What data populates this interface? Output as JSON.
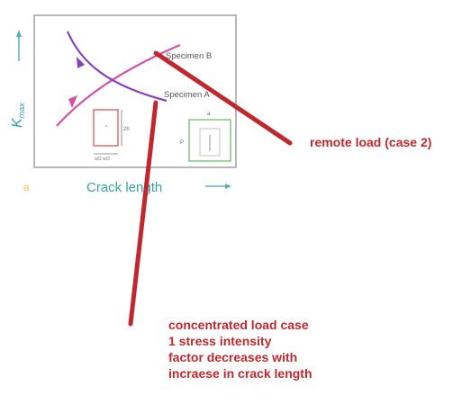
{
  "figure": {
    "y_axis_label": "K",
    "y_axis_subscript": "max",
    "x_axis_label": "Crack length",
    "origin_label": "a",
    "curves": [
      {
        "name": "Specimen B",
        "trend": "increasing",
        "color": "#d44fa6"
      },
      {
        "name": "Specimen A",
        "trend": "decreasing",
        "color": "#8a3fc0"
      }
    ],
    "inset_left": {
      "dimension_label": "2h",
      "bottom_label": "w/2 w/2"
    },
    "inset_right": {
      "top_label": "a",
      "side_label": "P"
    },
    "axis_color": "#33a3a3",
    "frame_color": "#b0b0b0"
  },
  "annotations": {
    "remote": {
      "text": "remote load (case 2)",
      "color": "#c0282d"
    },
    "concentrated": {
      "lines": [
        "concentrated load case",
        "1  stress intensity",
        "factor decreases with",
        "incraese in crack length"
      ],
      "color": "#c0282d"
    }
  }
}
